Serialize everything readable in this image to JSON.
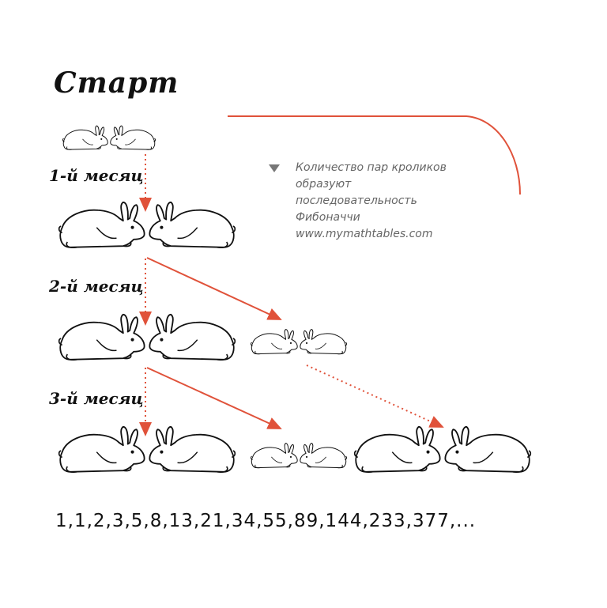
{
  "title": "Старт",
  "months": [
    "1-й месяц",
    "2-й месяц",
    "3-й месяц"
  ],
  "note": {
    "lines": [
      "Количество пар кроликов",
      "образуют",
      "последовательность",
      "Фибоначчи",
      "www.mymathtables.com"
    ]
  },
  "sequence": "1,1,2,3,5,8,13,21,34,55,89,144,233,377,...",
  "colors": {
    "accent": "#e0523a",
    "text": "#111111",
    "note": "#666666"
  }
}
